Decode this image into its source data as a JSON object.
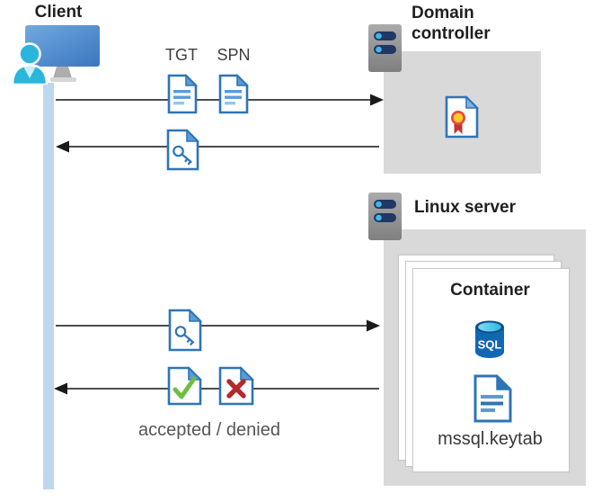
{
  "nodes": {
    "client": {
      "label": "Client"
    },
    "domain_controller": {
      "label": "Domain controller"
    },
    "linux_server": {
      "label": "Linux server"
    },
    "container": {
      "label": "Container",
      "sql_label": "SQL",
      "keytab_label": "mssql.keytab"
    }
  },
  "flows": {
    "tgt_label": "TGT",
    "spn_label": "SPN",
    "result_label": "accepted / denied"
  },
  "icons": {
    "client": "user-monitor-icon",
    "servers": "server-rack-icon",
    "tickets": "document-text-icon",
    "session_key": "document-key-icon",
    "certificate": "document-certificate-icon",
    "accepted": "document-check-icon",
    "denied": "document-x-icon",
    "database": "sql-database-icon",
    "keytab_file": "document-text-icon"
  },
  "colors": {
    "host_box_gray": "#d9d9d9",
    "client_bar_blue": "#bdd7ee",
    "doc_border_blue": "#2e75b6",
    "doc_line_blue": "#5b9bd5",
    "doc_line_light_blue": "#9dc3e6",
    "person_cyan": "#2cb5dc",
    "server_navy": "#1f3864",
    "server_dot_cyan": "#45b6e8",
    "check_green": "#6fbe44",
    "x_red": "#b3282d",
    "cert_yellow": "#ffc928",
    "cert_red": "#e8483f",
    "sql_body_blue": "#1167b4",
    "sql_top_cyan": "#3fc9e8",
    "arrow_gray": "#4d4d4d"
  }
}
